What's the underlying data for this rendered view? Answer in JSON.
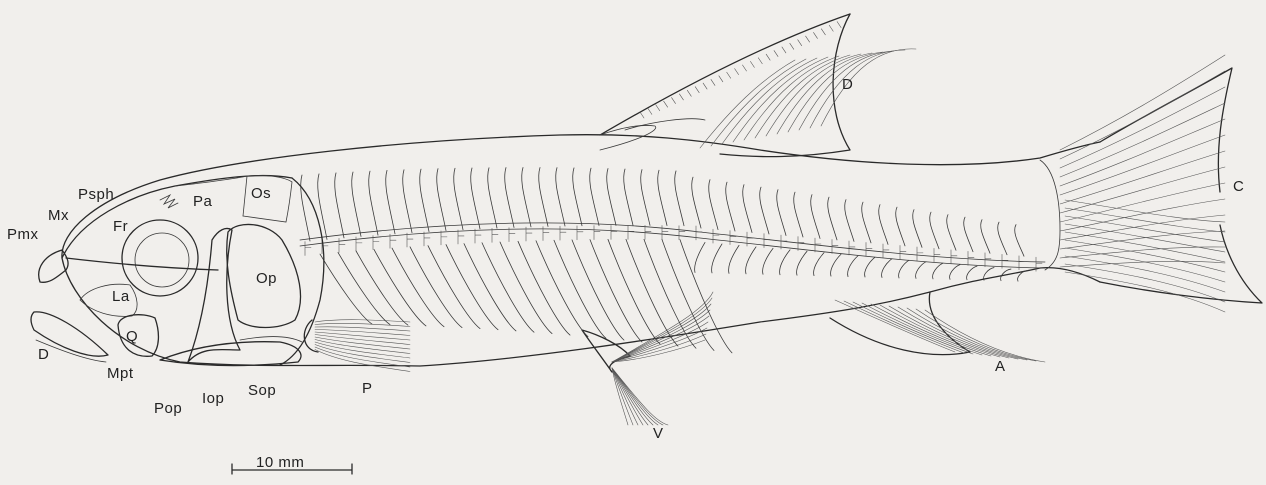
{
  "labels": {
    "pmx": "Pmx",
    "mx": "Mx",
    "psph": "Psph",
    "fr": "Fr",
    "pa": "Pa",
    "os": "Os",
    "op": "Op",
    "la": "La",
    "q": "Q",
    "d_jaw": "D",
    "mpt": "Mpt",
    "pop": "Pop",
    "iop": "Iop",
    "sop": "Sop",
    "p": "P",
    "v": "V",
    "a": "A",
    "c": "C",
    "d_dorsal": "D"
  },
  "scale_bar": {
    "label": "10 mm"
  },
  "colors": {
    "background": "#f1efec",
    "ink": "#2a2a2a"
  }
}
